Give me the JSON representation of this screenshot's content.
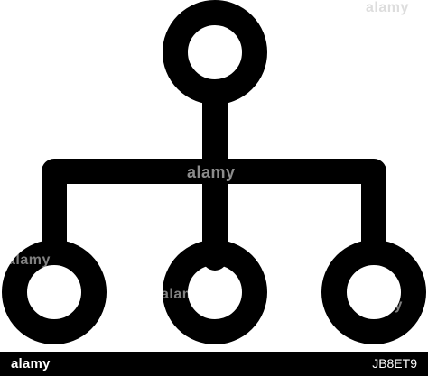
{
  "icon": {
    "name": "hierarchy-structure-icon",
    "color": "#000000",
    "background": "#ffffff"
  },
  "watermark": {
    "text": "alamy"
  },
  "footer": {
    "brand": "alamy",
    "image_id": "JB8ET9"
  }
}
